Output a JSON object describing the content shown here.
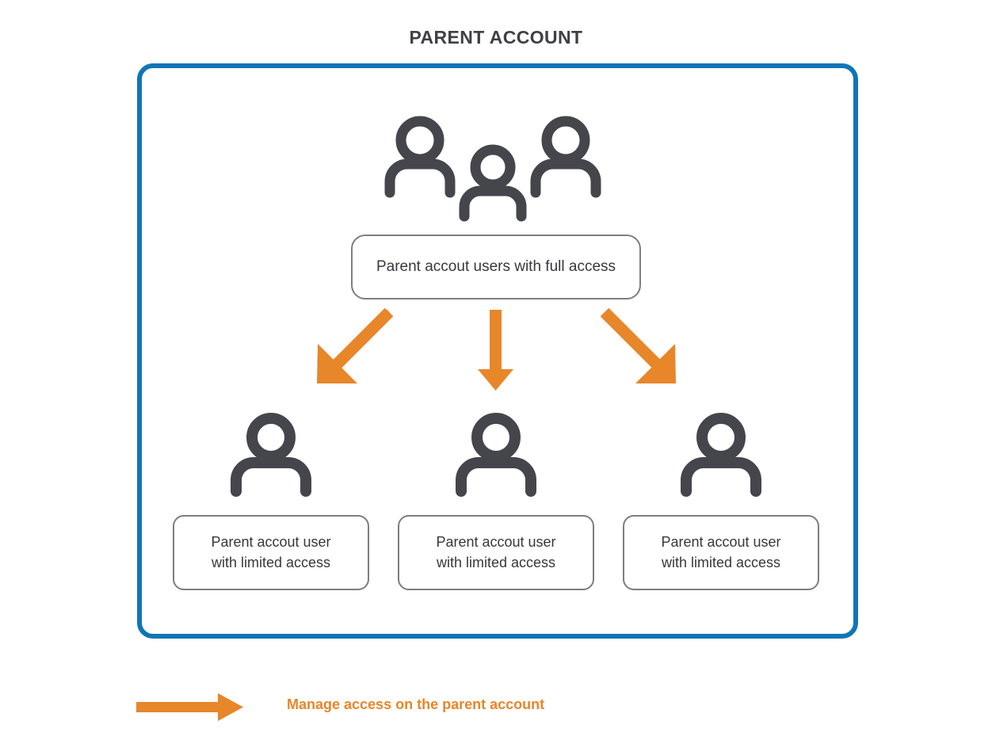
{
  "page": {
    "title": "PARENT ACCOUNT",
    "background_color": "#ffffff"
  },
  "colors": {
    "frame_blue": "#1075b6",
    "arrow_orange": "#e8862a",
    "icon_gray": "#45464c",
    "box_border_gray": "#7d7d85",
    "text_dark": "#37383d",
    "title_dark": "#3f4045"
  },
  "frame": {
    "name": "parent-account-container",
    "border_color": "#1075b6"
  },
  "top_node": {
    "icon": "group-of-three-people-icon",
    "label": "Parent accout users with full access"
  },
  "arrows": [
    {
      "name": "arrow-down-left",
      "direction": "down-left",
      "color": "#e8862a"
    },
    {
      "name": "arrow-down",
      "direction": "down",
      "color": "#e8862a"
    },
    {
      "name": "arrow-down-right",
      "direction": "down-right",
      "color": "#e8862a"
    }
  ],
  "child_nodes": [
    {
      "icon": "single-person-icon",
      "line1": "Parent accout user",
      "line2": "with limited access"
    },
    {
      "icon": "single-person-icon",
      "line1": "Parent accout user",
      "line2": "with limited access"
    },
    {
      "icon": "single-person-icon",
      "line1": "Parent accout user",
      "line2": "with limited access"
    }
  ],
  "legend": {
    "icon": "right-arrow-icon",
    "text": "Manage access on the parent account",
    "color": "#e8862a"
  }
}
